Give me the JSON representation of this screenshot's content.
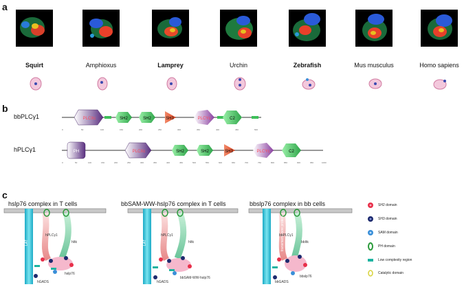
{
  "panels": {
    "a": "a",
    "b": "b",
    "c": "c"
  },
  "species": [
    {
      "name": "Squirt",
      "bold": true
    },
    {
      "name": "Amphioxus",
      "bold": false
    },
    {
      "name": "Lamprey",
      "bold": true
    },
    {
      "name": "Urchin",
      "bold": false
    },
    {
      "name": "Zebrafish",
      "bold": true
    },
    {
      "name": "Mus musculus",
      "bold": false
    },
    {
      "name": "Homo sapiens",
      "bold": false
    }
  ],
  "proteins": [
    {
      "name": "bbPLCγ1",
      "domains": [
        "PLCXc",
        "SH2",
        "SH2",
        "SH3",
        "PLCYc",
        "C2"
      ],
      "ticks": [
        "0",
        "50",
        "100",
        "150",
        "200",
        "250",
        "300",
        "350",
        "400",
        "450",
        "500"
      ]
    },
    {
      "name": "hPLCγ1",
      "domains": [
        "PH",
        "PLCXc",
        "SH2",
        "SH2",
        "SH3",
        "PLCYc",
        "C2"
      ],
      "ticks": [
        "0",
        "50",
        "100",
        "150",
        "200",
        "250",
        "300",
        "350",
        "400",
        "450",
        "500",
        "550",
        "600",
        "650",
        "700",
        "750",
        "800",
        "850",
        "900",
        "950",
        "1000"
      ]
    }
  ],
  "complexes": [
    {
      "title": "hslp76 complex in T cells",
      "anchor": "LAT",
      "enzyme": "hPLCγ1",
      "kinase": "hItk",
      "adaptor": "hGADS",
      "scaffold": "hslp76"
    },
    {
      "title": "bbSAM-WW-hslp76 complex in T cells",
      "anchor": "LAT",
      "enzyme": "hPLCγ1",
      "kinase": "hItk",
      "adaptor": "hGADS",
      "scaffold": "bbSAM-WW-hslp76"
    },
    {
      "title": "bbslp76 complex in bb cells",
      "anchor": "transmembrane protein",
      "enzyme": "bbPLCγ1",
      "kinase": "bbItk",
      "adaptor": "bbGADS",
      "scaffold": "bbslp76"
    }
  ],
  "legend": [
    {
      "label": "SH2 domain",
      "icon": "red-oval-icon",
      "color": "#e8304a"
    },
    {
      "label": "SH3 domain",
      "icon": "navy-circle-icon",
      "color": "#1d2a6e"
    },
    {
      "label": "SAM domain",
      "icon": "blue-circle-icon",
      "color": "#3a8fd8"
    },
    {
      "label": "PH domain",
      "icon": "green-ring-icon",
      "color": "#2a9a3a"
    },
    {
      "label": "Low complexity region",
      "icon": "teal-bar-icon",
      "color": "#1bb3a0"
    },
    {
      "label": "Catalytic domain",
      "icon": "yellow-ring-icon",
      "color": "#d8d23a"
    }
  ],
  "colors": {
    "plc_domain": "#6a3f8f",
    "sh2_domain": "#3fbf5a",
    "sh3_domain": "#e8502a",
    "ph_domain": "#7a4fa0",
    "lat_bar": "#2ab8d0",
    "membrane": "#9a9a9a"
  }
}
